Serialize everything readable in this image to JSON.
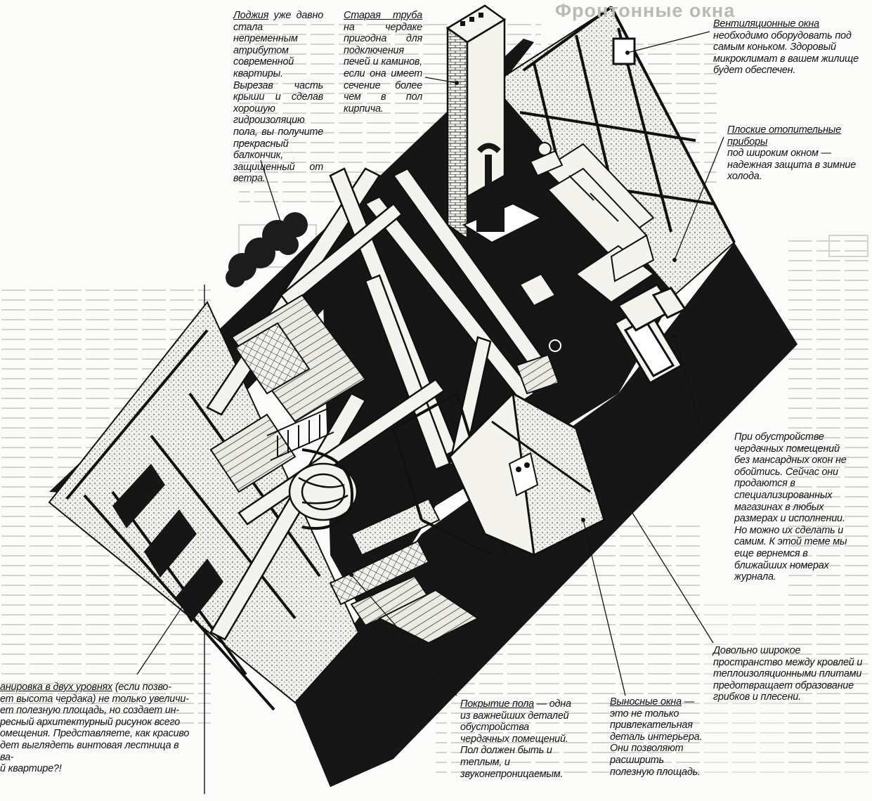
{
  "header": {
    "bg_heading": "Фронтонные окна"
  },
  "callouts": {
    "loggia": {
      "title": "Лоджия",
      "body": " уже давно стала непременным атрибутом современной квартиры. Вырезав часть крыши и сделав хорошую гидроизоляцию пола, вы получите прекрасный балкончик, защищенный от ветра."
    },
    "chimney": {
      "title": "Старая труба",
      "body": " на чердаке пригодна для подключения печей и каминов, если она имеет сечение более чем в пол кирпича."
    },
    "vents": {
      "title": "Вентиляционные окна",
      "body": "необходимо оборудовать под самым коньком. Здоровый микроклимат в вашем жилище будет обеспечен."
    },
    "heaters": {
      "title": "Плоские отопительные приборы",
      "body": "под широким окном — надежная защита в зимние холода."
    },
    "skylights": {
      "body": "При обустройстве чердачных помещений без мансардных окон не обойтись. Сейчас они продаются в специализированных магазинах в любых размерах и исполнении. Но можно их сделать и самим. К этой теме мы еще вернемся в ближайших номерах журнала."
    },
    "insulation": {
      "body": "Довольно широкое пространство между кровлей и теплоизоляционными плитами предотвращает образование грибков и плесени."
    },
    "bay": {
      "title": "Выносные окна",
      "body": " — это не только привлекательная деталь интерьера. Они позволяют расширить полезную площадь."
    },
    "floor": {
      "title": "Покрытие пола",
      "body": " — одна из важнейших деталей обустройства чердачных помещений. Пол должен быть и теплым, и звуконепроницаемым."
    },
    "levels": {
      "title": "анировка в двух уровнях",
      "body": " (если позво-\nет высота чердака) не только увеличи-\nет полезную площадь, но создает ин-\nресный архитектурный рисунок всего\nомещения. Представляете, как красиво\nдет выглядеть винтовая лестница в ва-\nй квартире?!"
    }
  },
  "colors": {
    "ink": "#111111",
    "paper": "#fbfbf9",
    "wood": "#e9e7dd",
    "dark": "#161616"
  }
}
